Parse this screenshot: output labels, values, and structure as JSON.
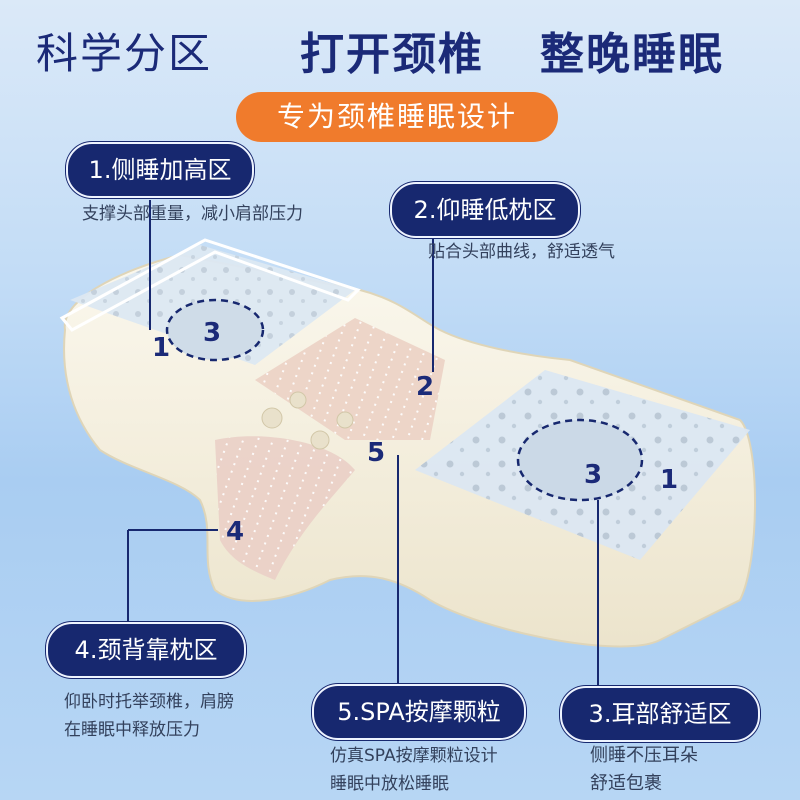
{
  "headline": {
    "part1": "科学分区",
    "part2": "打开颈椎",
    "part3": "整晚睡眠"
  },
  "subtitle": "专为颈椎睡眠设计",
  "zones": [
    {
      "label": "1.侧睡加高区",
      "desc_lines": [
        "支撑头部重量，减小肩部压力"
      ]
    },
    {
      "label": "2.仰睡低枕区",
      "desc_lines": [
        "贴合头部曲线，舒适透气"
      ]
    },
    {
      "label": "4.颈背靠枕区",
      "desc_lines": [
        "仰卧时托举颈椎，肩膀",
        "在睡眠中释放压力"
      ]
    },
    {
      "label": "5.SPA按摩颗粒",
      "desc_lines": [
        "仿真SPA按摩颗粒设计",
        "睡眠中放松睡眠"
      ]
    },
    {
      "label": "3.耳部舒适区",
      "desc_lines": [
        "侧睡不压耳朵",
        "舒适包裹"
      ]
    }
  ],
  "markers": {
    "left_1": "1",
    "left_3": "3",
    "mid_2": "2",
    "mid_5": "5",
    "low_4": "4",
    "right_3": "3",
    "right_1": "1"
  },
  "colors": {
    "navy": "#17286f",
    "orange": "#f07b2c",
    "foam": "#f4efe0"
  }
}
